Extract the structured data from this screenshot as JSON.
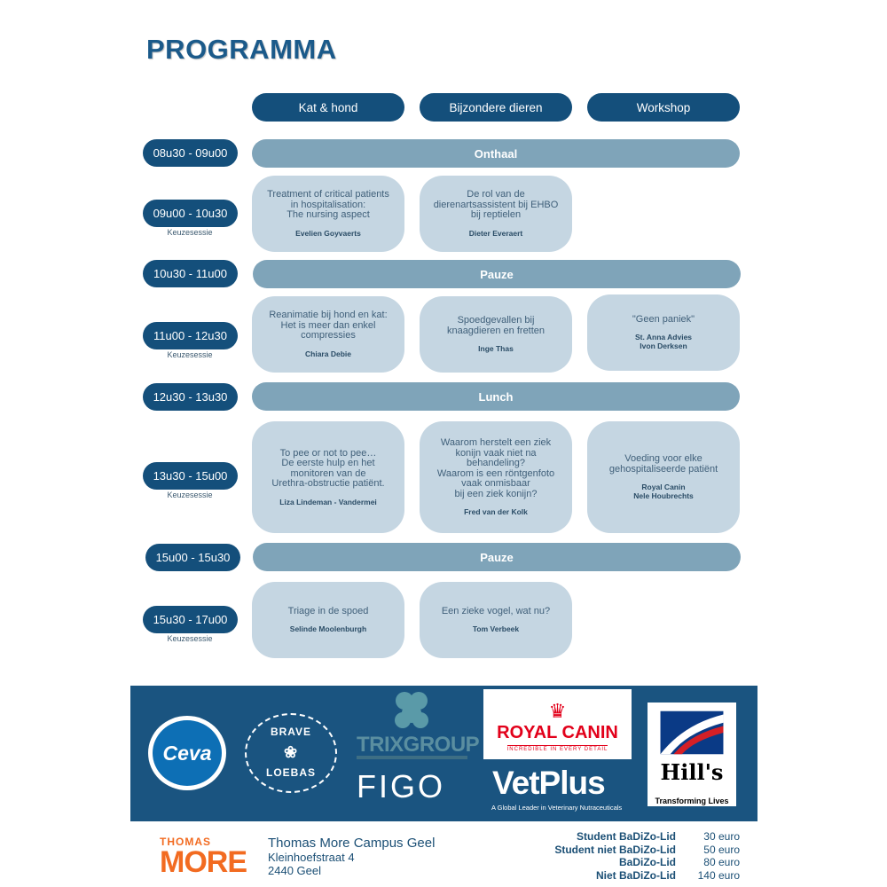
{
  "title": "PROGRAMMA",
  "tracks": [
    "Kat  & hond",
    "Bijzondere dieren",
    "Workshop"
  ],
  "keuzesessie": "Keuzesessie",
  "schedule": {
    "r1": {
      "time": "08u30 - 09u00",
      "band": "Onthaal"
    },
    "r2": {
      "time": "09u00 - 10u30",
      "c1": {
        "title": "Treatment of critical patients\nin hospitalisation:\nThe nursing aspect",
        "speaker": "Evelien Goyvaerts"
      },
      "c2": {
        "title": "De rol van de\ndierenartsassistent bij EHBO\nbij reptielen",
        "speaker": "Dieter Everaert"
      }
    },
    "r3": {
      "time": "10u30 - 11u00",
      "band": "Pauze"
    },
    "r4": {
      "time": "11u00 - 12u30",
      "c1": {
        "title": "Reanimatie bij hond en kat:\nHet is meer dan enkel\ncompressies",
        "speaker": "Chiara Debie"
      },
      "c2": {
        "title": "Spoedgevallen bij\nknaagdieren en fretten",
        "speaker": "Inge Thas"
      },
      "c3": {
        "title": "\"Geen paniek\"",
        "speaker": "St. Anna Advies\nIvon Derksen"
      }
    },
    "r5": {
      "time": "12u30 - 13u30",
      "band": "Lunch"
    },
    "r6": {
      "time": "13u30 - 15u00",
      "c1": {
        "title": "To pee or not to pee…\nDe eerste hulp en het\nmonitoren van de\nUrethra-obstructie patiënt.",
        "speaker": "Liza Lindeman - Vandermei"
      },
      "c2": {
        "title": "Waarom herstelt een ziek\nkonijn vaak niet na\nbehandeling?\nWaarom is een röntgenfoto\nvaak onmisbaar\nbij een ziek konijn?",
        "speaker": "Fred van der Kolk"
      },
      "c3": {
        "title": "Voeding voor elke\ngehospitaliseerde patiënt",
        "speaker": "Royal Canin\nNele Houbrechts"
      }
    },
    "r7": {
      "time": "15u00 - 15u30",
      "band": "Pauze"
    },
    "r8": {
      "time": "15u30 - 17u00",
      "c1": {
        "title": "Triage in de spoed",
        "speaker": "Selinde Moolenburgh"
      },
      "c2": {
        "title": "Een zieke vogel, wat nu?",
        "speaker": "Tom Verbeek"
      }
    }
  },
  "sponsors": {
    "ceva": "Ceva",
    "brave_top": "BRAVE",
    "brave_bottom": "LOEBAS",
    "trix": "TRIXGROUP",
    "figo": "FIGO",
    "royal_canin": "ROYAL CANIN",
    "royal_canin_tag": "INCREDIBLE IN EVERY DETAIL",
    "vetplus": "VetPlus",
    "vetplus_tag": "A Global Leader in Veterinary Nutraceuticals",
    "hills": "Hill's",
    "hills_tag": "Transforming Lives"
  },
  "footer": {
    "logo_top": "THOMAS",
    "logo_bottom": "MORE",
    "campus": "Thomas More Campus Geel",
    "street": "Kleinhoefstraat 4",
    "city": "2440 Geel",
    "prices": [
      {
        "label": "Student BaDiZo-Lid",
        "value": "30 euro"
      },
      {
        "label": "Student niet BaDiZo-Lid",
        "value": "50 euro"
      },
      {
        "label": "BaDiZo-Lid",
        "value": "80 euro"
      },
      {
        "label": "Niet BaDiZo-Lid",
        "value": "140 euro"
      }
    ]
  },
  "colors": {
    "dark": "#144f7b",
    "band": "#7fa4b9",
    "card": "#c5d6e2",
    "sponsor_bg": "#1a5480",
    "thomas_more": "#f26b21",
    "royal_canin": "#e2001a"
  }
}
